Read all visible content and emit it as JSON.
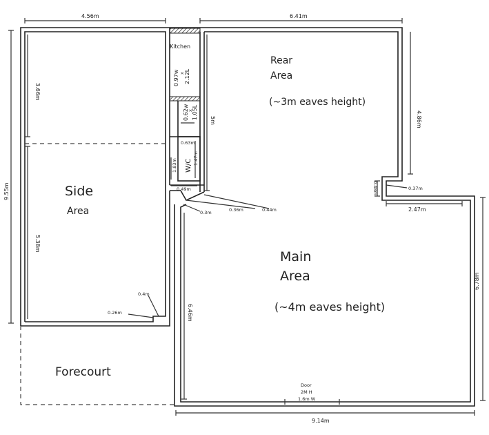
{
  "rooms": {
    "side": {
      "line1": "Side",
      "line2": "Area"
    },
    "rear": {
      "line1": "Rear",
      "line2": "Area",
      "note": "(~3m eaves height)"
    },
    "main": {
      "line1": "Main",
      "line2": "Area",
      "note": "(~4m eaves height)"
    },
    "forecourt": "Forecourt",
    "kitchen": {
      "label": "Kitchen",
      "w": "0.97w",
      "x": "x",
      "l": "2.12L"
    },
    "store": {
      "w": "0.62w",
      "x": "x",
      "l": "1.05L"
    },
    "wc": {
      "label": "W/C",
      "h": "1.83m",
      "w": "1.47m",
      "top": "0.63m"
    }
  },
  "dimensions": {
    "top_left": "4.56m",
    "top_right": "6.41m",
    "left_total": "9.55m",
    "side_upper": "3.66m",
    "side_lower": "5.38m",
    "rear_left": "5m",
    "rear_right": "4.86m",
    "step_height": "0.48m",
    "step_depth": "0.37m",
    "main_top": "2.47m",
    "main_right": "6.78m",
    "main_left": "6.46m",
    "main_bottom": "9.14m",
    "corridor": "0.49m",
    "c1": "0.3m",
    "c2": "0.36m",
    "c3": "0.44m",
    "side_step_a": "0.26m",
    "side_step_b": "0.4m"
  },
  "door": {
    "label": "Door",
    "height": "2M H",
    "width": "1.6m W"
  }
}
